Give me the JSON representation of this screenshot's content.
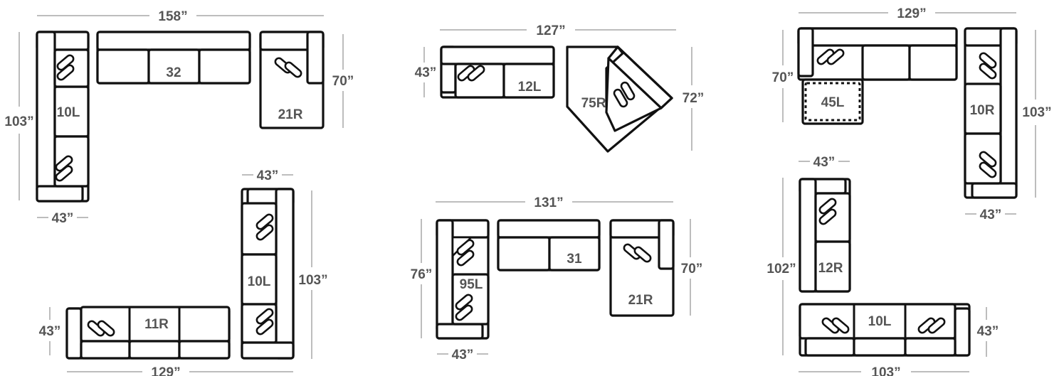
{
  "configurations": [
    {
      "id": "A",
      "width": "158”",
      "depth": "103”",
      "chaise_depth": "70”",
      "arm_width": "43”",
      "pieces": [
        "10L",
        "32",
        "21R"
      ]
    },
    {
      "id": "B",
      "width": "127”",
      "left_depth": "43”",
      "right_depth": "72”",
      "pieces": [
        "12L",
        "75R"
      ]
    },
    {
      "id": "C",
      "width": "129”",
      "left_depth": "70”",
      "right_depth": "103”",
      "arm_width": "43”",
      "pieces": [
        "45L",
        "10R"
      ]
    },
    {
      "id": "D",
      "width": "129”",
      "left_depth": "43”",
      "right_depth": "103”",
      "arm_width": "43”",
      "pieces": [
        "11R",
        "10L"
      ]
    },
    {
      "id": "E",
      "width": "131”",
      "left_depth": "76”",
      "right_depth": "70”",
      "arm_width": "43”",
      "pieces": [
        "95L",
        "31",
        "21R"
      ]
    },
    {
      "id": "F",
      "width": "103”",
      "left_depth": "102”",
      "right_depth": "43”",
      "arm_width": "43”",
      "pieces": [
        "12R",
        "10L"
      ]
    }
  ]
}
